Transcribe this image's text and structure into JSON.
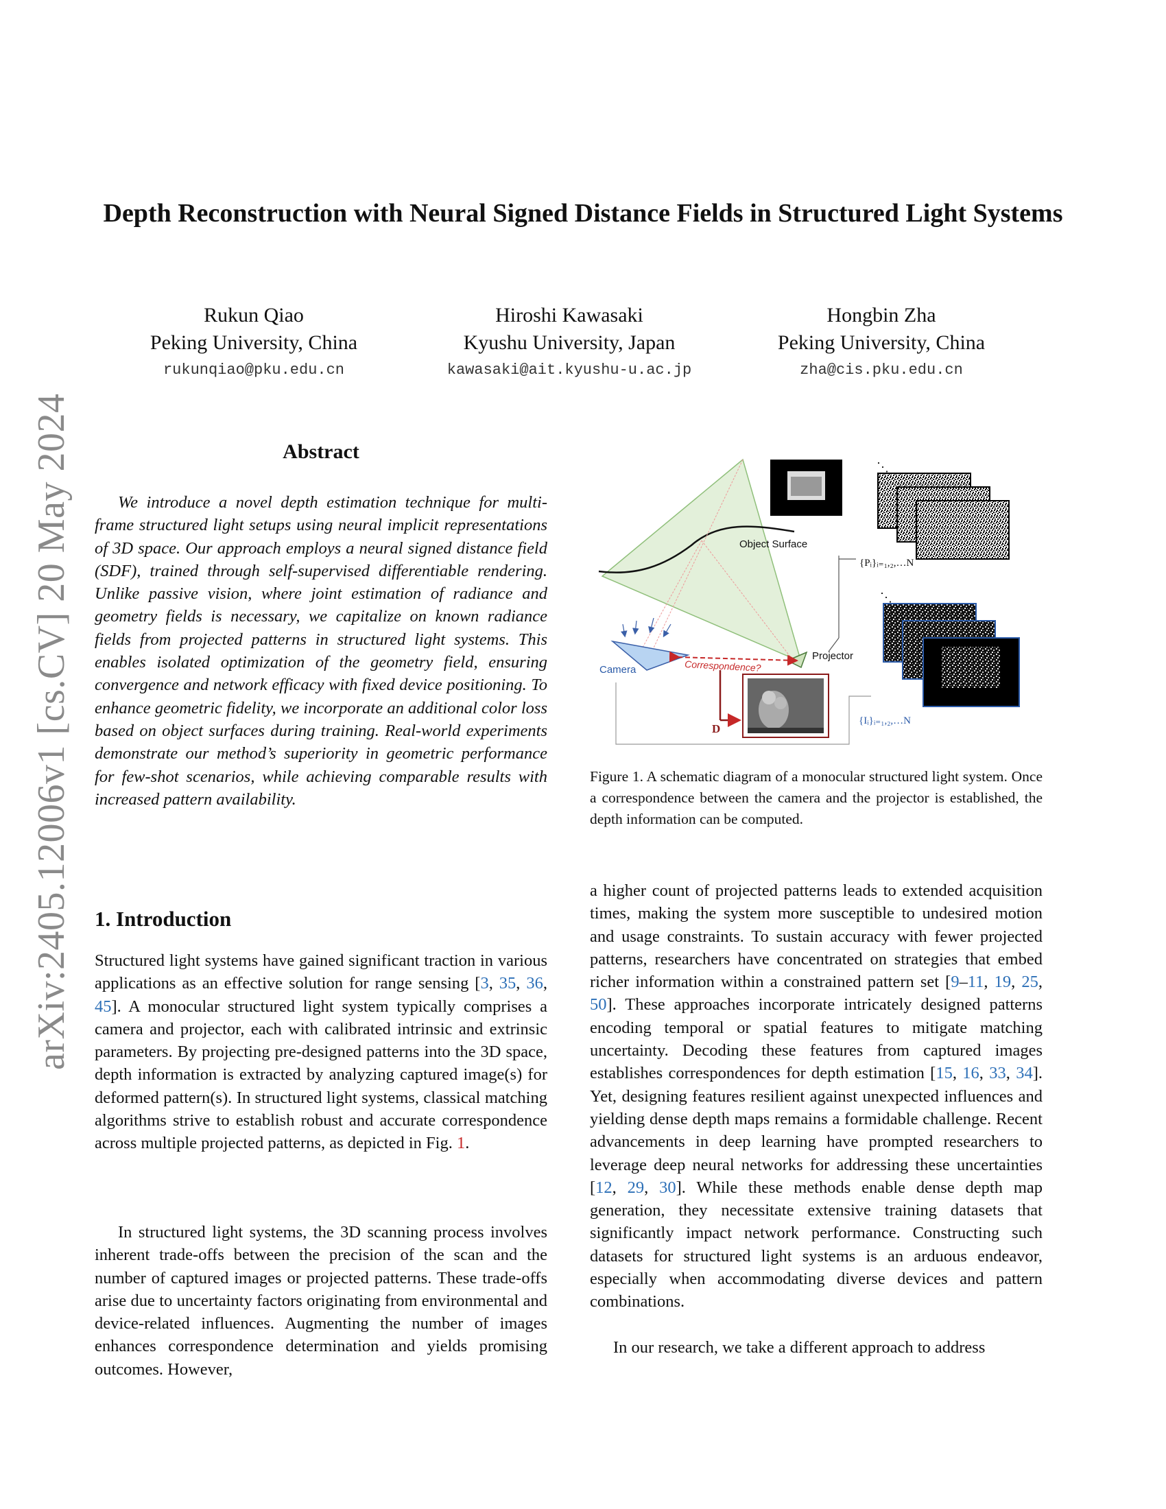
{
  "arxiv": {
    "id": "arXiv:2405.12006v1  [cs.CV]  20 May 2024"
  },
  "paper": {
    "title": "Depth Reconstruction with Neural Signed Distance Fields in Structured Light Systems",
    "authors": [
      {
        "name": "Rukun Qiao",
        "affiliation": "Peking University, China",
        "email": "rukunqiao@pku.edu.cn"
      },
      {
        "name": "Hiroshi Kawasaki",
        "affiliation": "Kyushu University, Japan",
        "email": "kawasaki@ait.kyushu-u.ac.jp"
      },
      {
        "name": "Hongbin Zha",
        "affiliation": "Peking University, China",
        "email": "zha@cis.pku.edu.cn"
      }
    ]
  },
  "abstract": {
    "heading": "Abstract",
    "text": "We introduce a novel depth estimation technique for multi-frame structured light setups using neural implicit representations of 3D space. Our approach employs a neural signed distance field (SDF), trained through self-supervised differentiable rendering. Unlike passive vision, where joint estimation of radiance and geometry fields is necessary, we capitalize on known radiance fields from projected patterns in structured light systems. This enables isolated optimization of the geometry field, ensuring convergence and network efficacy with fixed device positioning. To enhance geometric fidelity, we incorporate an additional color loss based on object surfaces during training. Real-world experiments demonstrate our method’s superiority in geometric performance for few-shot scenarios, while achieving comparable results with increased pattern availability."
  },
  "figure": {
    "labels": {
      "object_surface": "Object Surface",
      "projector": "Projector",
      "camera": "Camera",
      "correspondence": "Correspondence?",
      "depth": "D",
      "patterns": "{Pᵢ}ᵢ₌₁,₂,…N",
      "images": "{Iᵢ}ᵢ₌₁,₂,…N",
      "dots_top": "⋱",
      "dots_bottom": "⋱"
    },
    "caption": "Figure 1. A schematic diagram of a monocular structured light system. Once a correspondence between the camera and the projector is established, the depth information can be computed."
  },
  "intro": {
    "heading": "1. Introduction",
    "p1": {
      "a": "Structured light systems have gained significant traction in various applications as an effective solution for range sensing [",
      "r1": "3",
      "s1": ", ",
      "r2": "35",
      "s2": ", ",
      "r3": "36",
      "s3": ", ",
      "r4": "45",
      "b": "]. A monocular structured light system typically comprises a camera and projector, each with calibrated intrinsic and extrinsic parameters. By projecting pre-designed patterns into the 3D space, depth information is extracted by analyzing captured image(s) for deformed pattern(s). In structured light systems, classical matching algorithms strive to establish robust and accurate correspondence across multiple projected patterns, as depicted in Fig. ",
      "fig": "1",
      "c": "."
    },
    "p2": "In structured light systems, the 3D scanning process involves inherent trade-offs between the precision of the scan and the number of captured images or projected patterns. These trade-offs arise due to uncertainty factors originating from environmental and device-related influences. Augmenting the number of images enhances correspondence determination and yields promising outcomes. However,",
    "p3": {
      "a": "a higher count of projected patterns leads to extended acquisition times, making the system more susceptible to undesired motion and usage constraints. To sustain accuracy with fewer projected patterns, researchers have concentrated on strategies that embed richer information within a constrained pattern set [",
      "r1": "9",
      "s1": "–",
      "r2": "11",
      "s2": ", ",
      "r3": "19",
      "s3": ", ",
      "r4": "25",
      "s4": ", ",
      "r5": "50",
      "b": "]. These approaches incorporate intricately designed patterns encoding temporal or spatial features to mitigate matching uncertainty. Decoding these features from captured images establishes correspondences for depth estimation [",
      "r6": "15",
      "s6": ", ",
      "r7": "16",
      "s7": ", ",
      "r8": "33",
      "s8": ", ",
      "r9": "34",
      "c": "]. Yet, designing features resilient against unexpected influences and yielding dense depth maps remains a formidable challenge. Recent advancements in deep learning have prompted researchers to leverage deep neural networks for addressing these uncertainties [",
      "r10": "12",
      "s10": ", ",
      "r11": "29",
      "s11": ", ",
      "r12": "30",
      "d": "]. While these methods enable dense depth map generation, they necessitate extensive training datasets that significantly impact network performance. Constructing such datasets for structured light systems is an arduous endeavor, especially when accommodating diverse devices and pattern combinations."
    },
    "p4": "In our research, we take a different approach to address"
  }
}
